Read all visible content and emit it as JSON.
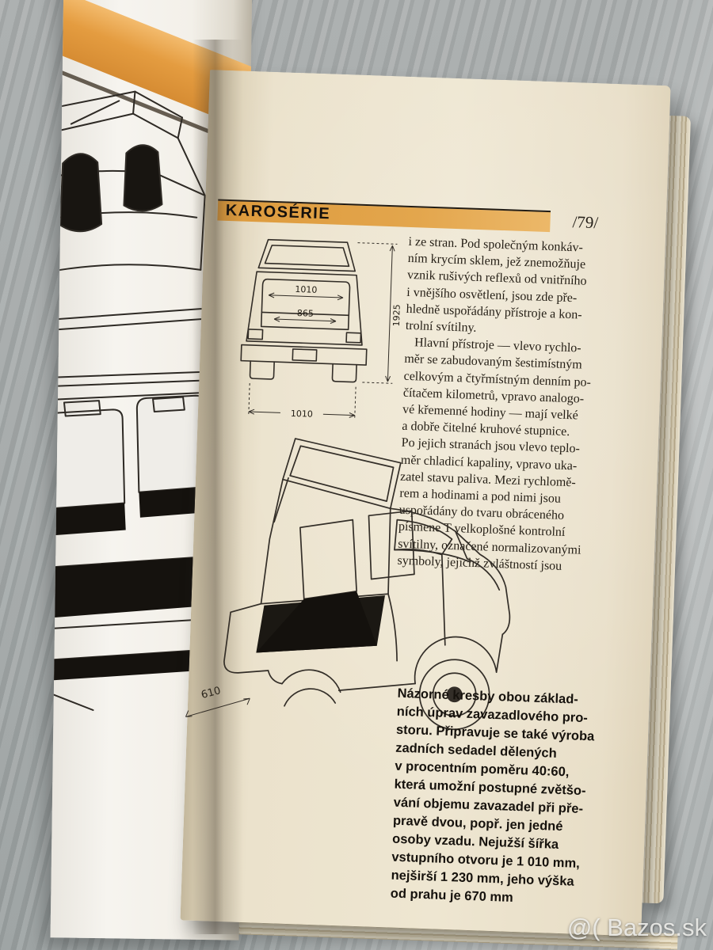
{
  "watermark": "@( Bazos.sk",
  "colors": {
    "header_band_orange": "#e0993d",
    "left_page_band_orange": "#e49c40",
    "right_page_cream": "#ece3cd",
    "ink": "#241e15"
  },
  "book": {
    "right_page": {
      "header": {
        "title": "KAROSÉRIE",
        "page_number": "/79/"
      },
      "top_diagram": {
        "dim_top": "1010",
        "dim_mid": "865",
        "dim_side": "1925",
        "dim_bottom": "1010"
      },
      "body_text": [
        "i ze stran. Pod společným konkáv-",
        "ním krycím sklem, jež znemožňuje",
        "vznik rušivých reflexů od vnitřního",
        "i vnějšího osvětlení, jsou zde pře-",
        "hledně uspořádány přístroje a kon-",
        "trolní svítilny.",
        "   Hlavní přístroje — vlevo rychlo-",
        "měr se zabudovaným šestimístným",
        "celkovým a čtyřmístným denním po-",
        "čítačem kilometrů, vpravo analogo-",
        "vé křemenné hodiny — mají velké",
        "a dobře čitelné kruhové stupnice.",
        "Po jejich stranách jsou vlevo teplo-",
        "měr chladicí kapaliny, vpravo uka-",
        "zatel stavu paliva. Mezi rychlomě-",
        "rem a hodinami a pod nimi jsou",
        "uspořádány do tvaru obráceného",
        "písmene T velkoplošné kontrolní",
        "svítilny, označené normalizovanými",
        "symboly, jejichž zvláštností jsou"
      ],
      "bottom_diagram": {
        "dim": "610"
      },
      "caption": [
        "Názorné kresby obou základ-",
        "ních úprav zavazadlového pro-",
        "storu. Připravuje se také výroba",
        "zadních sedadel dělených",
        "v procentním poměru 40:60,",
        "která umožní postupné zvětšo-",
        "vání objemu zavazadel při pře-",
        "pravě dvou, popř. jen jedné",
        "osoby vzadu. Nejužší šířka",
        "vstupního otvoru je 1 010 mm,",
        "nejširší 1 230 mm, jeho výška",
        "od prahu je 670 mm"
      ]
    }
  }
}
